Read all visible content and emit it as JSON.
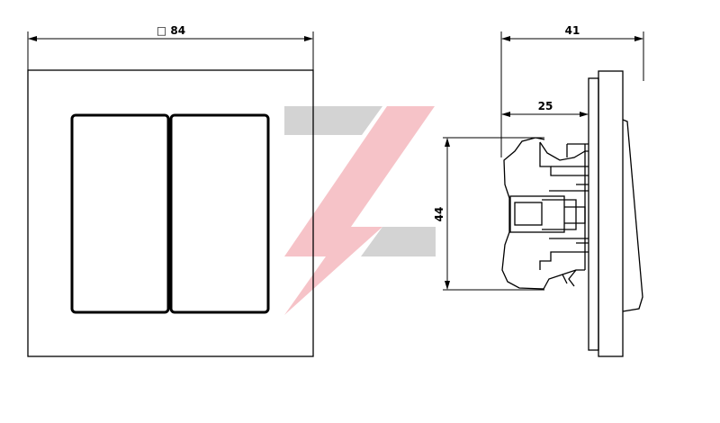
{
  "drawing": {
    "front_view": {
      "width_label": "□ 84"
    },
    "side_view": {
      "depth_total_label": "41",
      "depth_mount_label": "25",
      "height_label": "44"
    }
  },
  "watermark": {
    "gray": "#d3d3d3",
    "bolt": "#f5b8be"
  }
}
